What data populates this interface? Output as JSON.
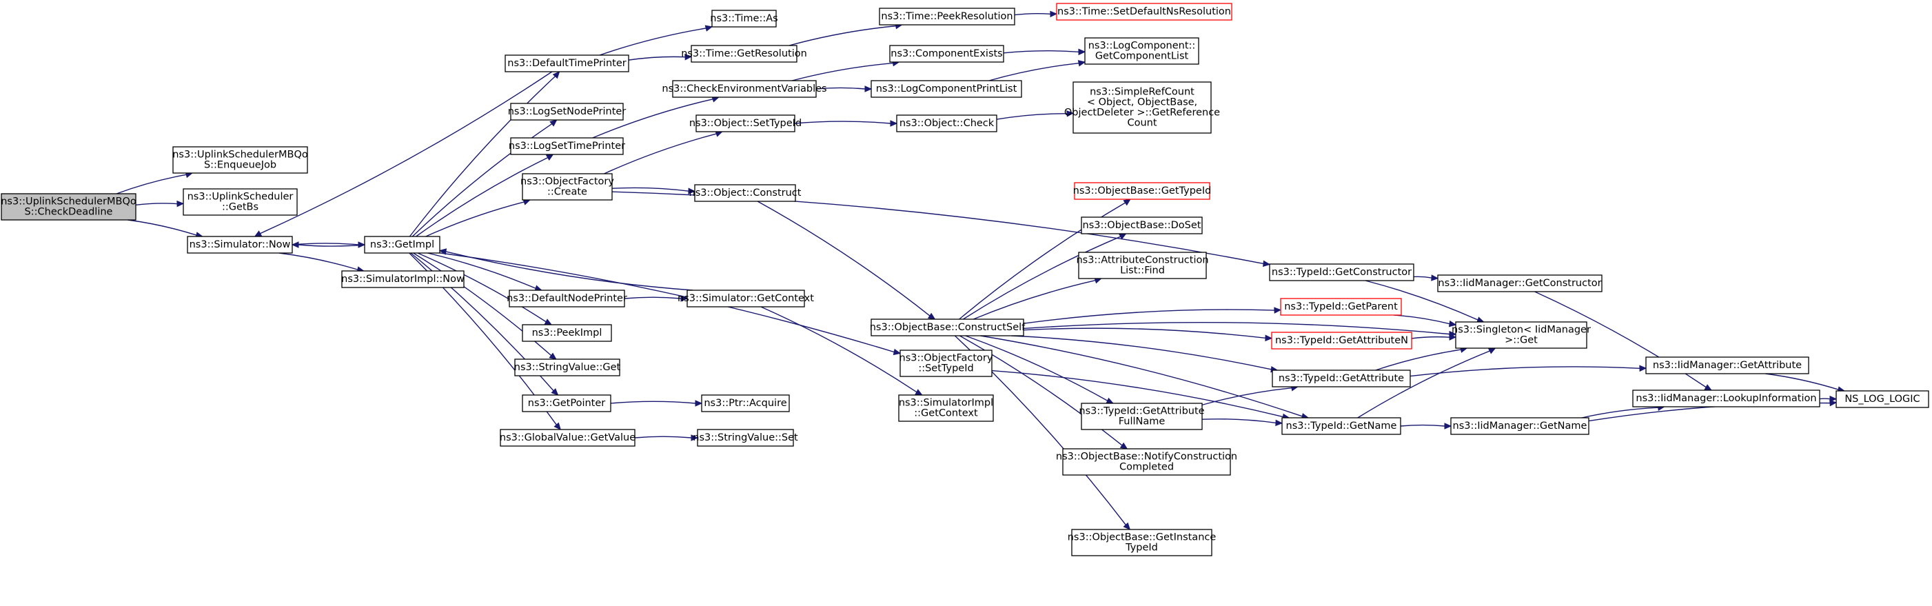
{
  "colors": {
    "edge": "#191970",
    "root_fill": "#bfbfbf",
    "node_border": "#000000",
    "missing_border": "#ff0000"
  },
  "nodes": [
    {
      "id": "root",
      "lines": [
        "ns3::UplinkSchedulerMBQo",
        "S::CheckDeadline"
      ],
      "root": true
    },
    {
      "id": "enqueue",
      "lines": [
        "ns3::UplinkSchedulerMBQo",
        "S::EnqueueJob"
      ]
    },
    {
      "id": "getbs",
      "lines": [
        "ns3::UplinkScheduler",
        "::GetBs"
      ]
    },
    {
      "id": "simnow",
      "lines": [
        "ns3::Simulator::Now"
      ]
    },
    {
      "id": "simimplnow",
      "lines": [
        "ns3::SimulatorImpl::Now"
      ]
    },
    {
      "id": "getimpl",
      "lines": [
        "ns3::GetImpl"
      ]
    },
    {
      "id": "deftime",
      "lines": [
        "ns3::DefaultTimePrinter"
      ]
    },
    {
      "id": "logsetnode",
      "lines": [
        "ns3::LogSetNodePrinter"
      ]
    },
    {
      "id": "logsettime",
      "lines": [
        "ns3::LogSetTimePrinter"
      ]
    },
    {
      "id": "objfactcreate",
      "lines": [
        "ns3::ObjectFactory",
        "::Create"
      ]
    },
    {
      "id": "defnode",
      "lines": [
        "ns3::DefaultNodePrinter"
      ]
    },
    {
      "id": "peekimpl",
      "lines": [
        "ns3::PeekImpl"
      ]
    },
    {
      "id": "strget",
      "lines": [
        "ns3::StringValue::Get"
      ]
    },
    {
      "id": "getpointer",
      "lines": [
        "ns3::GetPointer"
      ]
    },
    {
      "id": "globalget",
      "lines": [
        "ns3::GlobalValue::GetValue"
      ]
    },
    {
      "id": "timeas",
      "lines": [
        "ns3::Time::As"
      ]
    },
    {
      "id": "timegetres",
      "lines": [
        "ns3::Time::GetResolution"
      ]
    },
    {
      "id": "checkenv",
      "lines": [
        "ns3::CheckEnvironmentVariables"
      ]
    },
    {
      "id": "objsettid",
      "lines": [
        "ns3::Object::SetTypeId"
      ]
    },
    {
      "id": "objconstruct",
      "lines": [
        "ns3::Object::Construct"
      ]
    },
    {
      "id": "simgetctx",
      "lines": [
        "ns3::Simulator::GetContext"
      ]
    },
    {
      "id": "ptracquire",
      "lines": [
        "ns3::Ptr::Acquire"
      ]
    },
    {
      "id": "strset",
      "lines": [
        "ns3::StringValue::Set"
      ]
    },
    {
      "id": "timepeek",
      "lines": [
        "ns3::Time::PeekResolution"
      ]
    },
    {
      "id": "compexists",
      "lines": [
        "ns3::ComponentExists"
      ]
    },
    {
      "id": "logcompprint",
      "lines": [
        "ns3::LogComponentPrintList"
      ]
    },
    {
      "id": "objcheck",
      "lines": [
        "ns3::Object::Check"
      ]
    },
    {
      "id": "objbasector",
      "lines": [
        "ns3::ObjectBase::ConstructSelf"
      ]
    },
    {
      "id": "objfactsettid",
      "lines": [
        "ns3::ObjectFactory",
        "::SetTypeId"
      ]
    },
    {
      "id": "simimplgetctx",
      "lines": [
        "ns3::SimulatorImpl",
        "::GetContext"
      ]
    },
    {
      "id": "timesetdef",
      "lines": [
        "ns3::Time::SetDefaultNsResolution"
      ],
      "red": true
    },
    {
      "id": "logcompgetlist",
      "lines": [
        "ns3::LogComponent::",
        "GetComponentList"
      ]
    },
    {
      "id": "simplerefcount",
      "lines": [
        "ns3::SimpleRefCount",
        "< Object, ObjectBase,",
        "ObjectDeleter >::GetReference",
        "Count"
      ]
    },
    {
      "id": "objbasegettid",
      "lines": [
        "ns3::ObjectBase::GetTypeId"
      ],
      "red": true
    },
    {
      "id": "objbasedoset",
      "lines": [
        "ns3::ObjectBase::DoSet"
      ]
    },
    {
      "id": "attrconstrfind",
      "lines": [
        "ns3::AttributeConstruction",
        "List::Find"
      ]
    },
    {
      "id": "tidgetattrfull",
      "lines": [
        "ns3::TypeId::GetAttribute",
        "FullName"
      ]
    },
    {
      "id": "objbasenotify",
      "lines": [
        "ns3::ObjectBase::NotifyConstruction",
        "Completed"
      ]
    },
    {
      "id": "objbasegetinst",
      "lines": [
        "ns3::ObjectBase::GetInstance",
        "TypeId"
      ]
    },
    {
      "id": "tidgetctor",
      "lines": [
        "ns3::TypeId::GetConstructor"
      ]
    },
    {
      "id": "tidgetparent",
      "lines": [
        "ns3::TypeId::GetParent"
      ],
      "red": true
    },
    {
      "id": "tidgetattrn",
      "lines": [
        "ns3::TypeId::GetAttributeN"
      ],
      "red": true
    },
    {
      "id": "tidgetattr",
      "lines": [
        "ns3::TypeId::GetAttribute"
      ]
    },
    {
      "id": "tidgetname",
      "lines": [
        "ns3::TypeId::GetName"
      ]
    },
    {
      "id": "iidgetctor",
      "lines": [
        "ns3::IidManager::GetConstructor"
      ]
    },
    {
      "id": "singletonget",
      "lines": [
        "ns3::Singleton< IidManager",
        ">::Get"
      ]
    },
    {
      "id": "iidgetname",
      "lines": [
        "ns3::IidManager::GetName"
      ]
    },
    {
      "id": "iidgetattr",
      "lines": [
        "ns3::IidManager::GetAttribute"
      ]
    },
    {
      "id": "iidlookup",
      "lines": [
        "ns3::IidManager::LookupInformation"
      ]
    },
    {
      "id": "nslog",
      "lines": [
        "NS_LOG_LOGIC"
      ]
    }
  ],
  "edges": [
    [
      "root",
      "enqueue"
    ],
    [
      "root",
      "getbs"
    ],
    [
      "root",
      "simnow"
    ],
    [
      "simnow",
      "simimplnow"
    ],
    [
      "simnow",
      "getimpl"
    ],
    [
      "getimpl",
      "simnow"
    ],
    [
      "getimpl",
      "deftime"
    ],
    [
      "getimpl",
      "logsetnode"
    ],
    [
      "getimpl",
      "logsettime"
    ],
    [
      "getimpl",
      "objfactcreate"
    ],
    [
      "getimpl",
      "defnode"
    ],
    [
      "getimpl",
      "peekimpl"
    ],
    [
      "getimpl",
      "strget"
    ],
    [
      "getimpl",
      "getpointer"
    ],
    [
      "getimpl",
      "globalget"
    ],
    [
      "getimpl",
      "objfactsettid"
    ],
    [
      "deftime",
      "simnow"
    ],
    [
      "deftime",
      "timeas"
    ],
    [
      "deftime",
      "timegetres"
    ],
    [
      "logsettime",
      "checkenv"
    ],
    [
      "objfactcreate",
      "objsettid"
    ],
    [
      "objfactcreate",
      "objconstruct"
    ],
    [
      "objfactcreate",
      "tidgetctor"
    ],
    [
      "defnode",
      "simgetctx"
    ],
    [
      "simgetctx",
      "getimpl"
    ],
    [
      "simgetctx",
      "simimplgetctx"
    ],
    [
      "getpointer",
      "ptracquire"
    ],
    [
      "globalget",
      "strset"
    ],
    [
      "timegetres",
      "timepeek"
    ],
    [
      "timepeek",
      "timesetdef"
    ],
    [
      "checkenv",
      "compexists"
    ],
    [
      "checkenv",
      "logcompprint"
    ],
    [
      "compexists",
      "logcompgetlist"
    ],
    [
      "logcompprint",
      "logcompgetlist"
    ],
    [
      "objsettid",
      "objcheck"
    ],
    [
      "objcheck",
      "simplerefcount"
    ],
    [
      "objconstruct",
      "objbasector"
    ],
    [
      "objbasector",
      "objbasegettid"
    ],
    [
      "objbasector",
      "objbasedoset"
    ],
    [
      "objbasector",
      "attrconstrfind"
    ],
    [
      "objbasector",
      "tidgetparent"
    ],
    [
      "objbasector",
      "singletonget"
    ],
    [
      "objbasector",
      "tidgetattrn"
    ],
    [
      "objbasector",
      "tidgetattr"
    ],
    [
      "objbasector",
      "tidgetattrfull"
    ],
    [
      "objbasector",
      "objbasenotify"
    ],
    [
      "objbasector",
      "objbasegetinst"
    ],
    [
      "objbasector",
      "tidgetname"
    ],
    [
      "objfactsettid",
      "tidgetname"
    ],
    [
      "tidgetattrfull",
      "tidgetattr"
    ],
    [
      "tidgetattrfull",
      "tidgetname"
    ],
    [
      "tidgetctor",
      "iidgetctor"
    ],
    [
      "tidgetctor",
      "singletonget"
    ],
    [
      "iidgetctor",
      "iidlookup"
    ],
    [
      "tidgetparent",
      "singletonget"
    ],
    [
      "tidgetattrn",
      "singletonget"
    ],
    [
      "tidgetattr",
      "singletonget"
    ],
    [
      "tidgetattr",
      "iidgetattr"
    ],
    [
      "tidgetname",
      "singletonget"
    ],
    [
      "tidgetname",
      "iidgetname"
    ],
    [
      "iidgetname",
      "iidlookup"
    ],
    [
      "iidgetname",
      "nslog"
    ],
    [
      "iidgetattr",
      "nslog"
    ],
    [
      "iidlookup",
      "nslog"
    ]
  ]
}
